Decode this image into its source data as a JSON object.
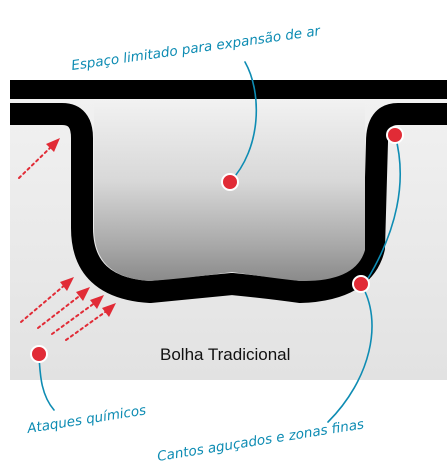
{
  "labels": {
    "top_callout": "Espaço limitado para expansão de ar",
    "center": "Bolha Tradicional",
    "left_callout": "Ataques químicos",
    "right_callout": "Cantos aguçados e zonas finas"
  },
  "colors": {
    "callout_text": "#0e8cb3",
    "leader_line": "#0e8cb3",
    "marker_dot": "#e12b36",
    "arrow": "#e12b36",
    "outline": "#000000"
  }
}
